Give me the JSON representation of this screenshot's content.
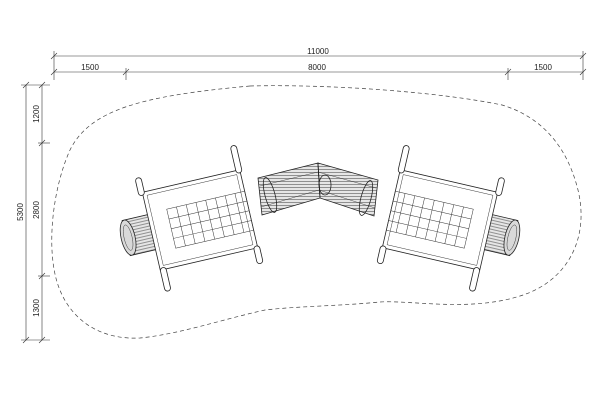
{
  "dimensions": {
    "overall_width": "11000",
    "left_segment": "1500",
    "middle_segment": "8000",
    "right_segment": "1500",
    "overall_height": "5300",
    "top_segment": "1200",
    "middle_height": "2800",
    "bottom_segment": "1300"
  }
}
